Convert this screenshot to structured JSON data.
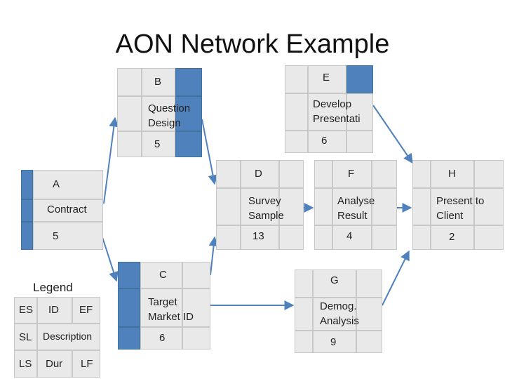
{
  "title": "AON Network Example",
  "nodes": {
    "A": {
      "id": "A",
      "description": "Contract",
      "duration": "5"
    },
    "B": {
      "id": "B",
      "description": "Question Design",
      "desc_lines": [
        "Question",
        "Design"
      ],
      "duration": "5"
    },
    "C": {
      "id": "C",
      "description": "Target Market ID",
      "desc_lines": [
        "Target",
        "Market ID"
      ],
      "duration": "6"
    },
    "D": {
      "id": "D",
      "description": "Survey Sample",
      "desc_lines": [
        "Survey",
        "Sample"
      ],
      "duration": "13"
    },
    "E": {
      "id": "E",
      "description": "Develop Presentati",
      "desc_lines": [
        "Develop",
        "Presentati"
      ],
      "duration": "6"
    },
    "F": {
      "id": "F",
      "description": "Analyse Result",
      "desc_lines": [
        "Analyse",
        "Result"
      ],
      "duration": "4"
    },
    "G": {
      "id": "G",
      "description": "Demog. Analysis",
      "desc_lines": [
        "Demog.",
        "Analysis"
      ],
      "duration": "9"
    },
    "H": {
      "id": "H",
      "description": "Present to Client",
      "desc_lines": [
        "Present to",
        "Client"
      ],
      "duration": "2"
    }
  },
  "edges": [
    [
      "A",
      "B"
    ],
    [
      "A",
      "C"
    ],
    [
      "B",
      "D"
    ],
    [
      "C",
      "D"
    ],
    [
      "C",
      "G"
    ],
    [
      "D",
      "F"
    ],
    [
      "E",
      "H"
    ],
    [
      "F",
      "H"
    ],
    [
      "G",
      "H"
    ]
  ],
  "legend": {
    "title": "Legend",
    "es": "ES",
    "id": "ID",
    "ef": "EF",
    "sl": "SL",
    "description": "Description",
    "ls": "LS",
    "dur": "Dur",
    "lf": "LF"
  }
}
